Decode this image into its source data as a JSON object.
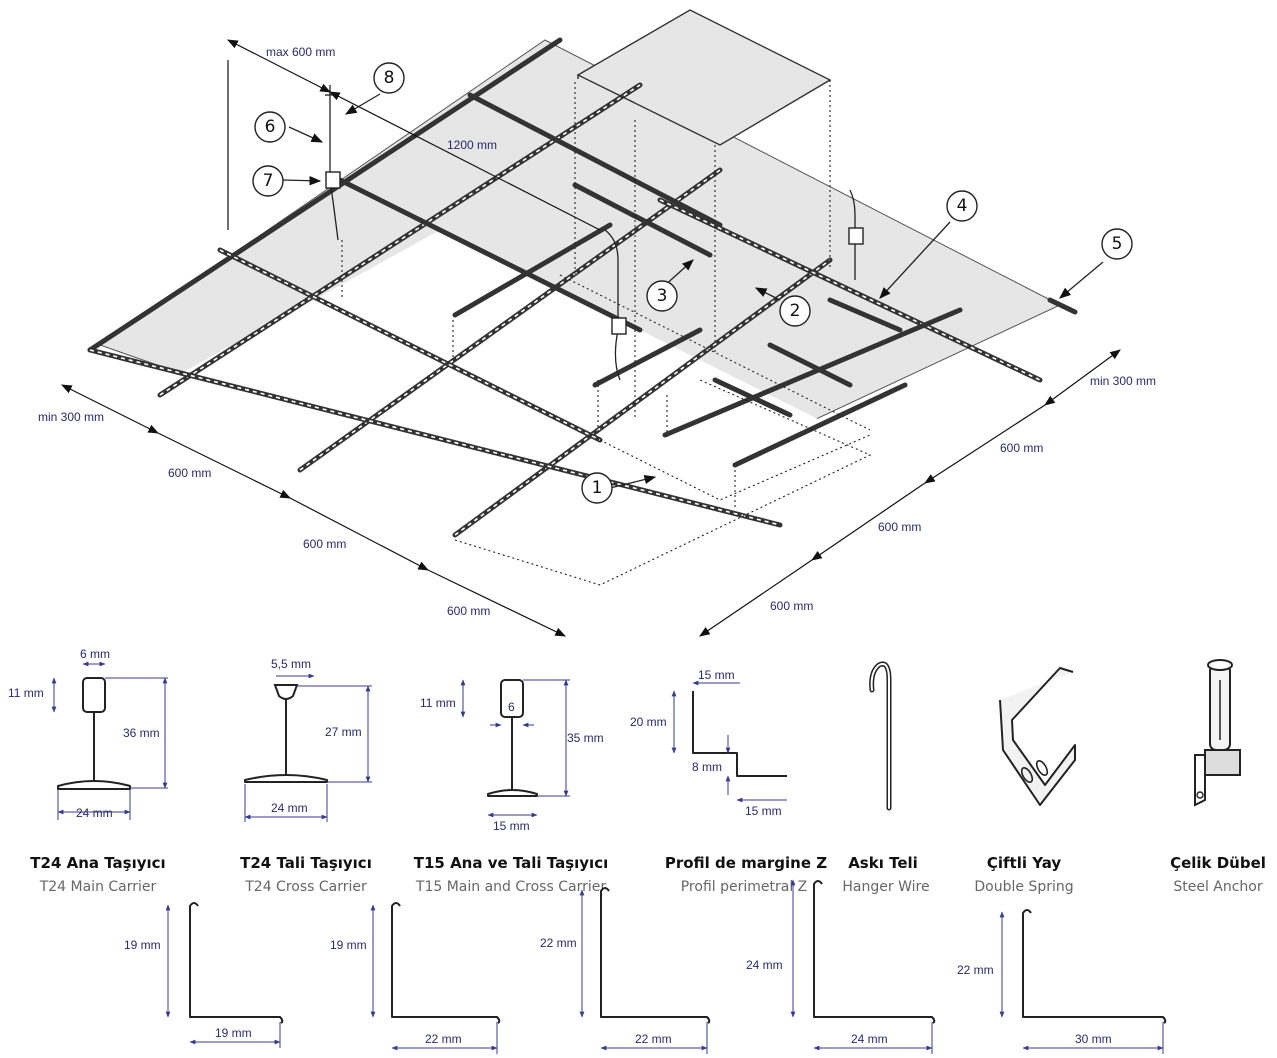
{
  "diagram": {
    "dimensions": {
      "max600": "max 600 mm",
      "d1200": "1200 mm",
      "min300_left": "min 300 mm",
      "min300_right": "min 300 mm",
      "left600_a": "600 mm",
      "left600_b": "600 mm",
      "left600_c": "600 mm",
      "right600_a": "600 mm",
      "right600_b": "600 mm",
      "right600_c": "600 mm"
    },
    "callouts": [
      "1",
      "2",
      "3",
      "4",
      "5",
      "6",
      "7",
      "8"
    ]
  },
  "components": [
    {
      "title": "T24 Ana Taşıyıcı",
      "subtitle": "T24 Main Carrier",
      "dims": [
        "6 mm",
        "11 mm",
        "36 mm",
        "24 mm"
      ]
    },
    {
      "title": "T24 Tali Taşıyıcı",
      "subtitle": "T24 Cross Carrier",
      "dims": [
        "5,5 mm",
        "27 mm",
        "24 mm"
      ]
    },
    {
      "title": "T15 Ana ve Tali Taşıyıcı",
      "subtitle": "T15 Main and Cross Carrier",
      "dims": [
        "11 mm",
        "6",
        "35 mm",
        "15 mm"
      ]
    },
    {
      "title": "Profil de margine Z",
      "subtitle": "Profil perimetral Z",
      "dims": [
        "15 mm",
        "20 mm",
        "8 mm",
        "15 mm"
      ]
    },
    {
      "title": "Askı Teli",
      "subtitle": "Hanger Wire"
    },
    {
      "title": "Çiftli Yay",
      "subtitle": "Double Spring"
    },
    {
      "title": "Çelik Dübel",
      "subtitle": "Steel Anchor"
    }
  ],
  "angles": [
    {
      "height": "19 mm",
      "width": "19 mm"
    },
    {
      "height": "19 mm",
      "width": "22 mm"
    },
    {
      "height": "22 mm",
      "width": "22 mm"
    },
    {
      "height": "24 mm",
      "width": "24 mm"
    },
    {
      "height": "22 mm",
      "width": "30 mm"
    }
  ]
}
